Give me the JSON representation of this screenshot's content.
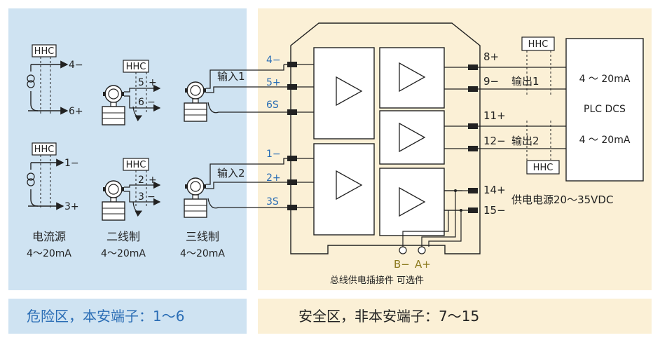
{
  "footer": {
    "hazard_zone": "危险区，本安端子：1～6",
    "safe_zone": "安全区，非本安端子：7～15"
  },
  "sources": [
    {
      "hhc": "HHC",
      "term_top": "4−",
      "term_bottom": "6+"
    },
    {
      "hhc": "HHC",
      "term_top": "1−",
      "term_bottom": "3+"
    }
  ],
  "two_wire": [
    {
      "hhc": "HHC",
      "term_a": "5",
      "term_a_sign": "+",
      "term_b": "6",
      "term_b_sign": "−"
    },
    {
      "hhc": "HHC",
      "term_a": "2",
      "term_a_sign": "+",
      "term_b": "3",
      "term_b_sign": "−"
    }
  ],
  "device_types": [
    {
      "name": "电流源",
      "range": "4～20mA"
    },
    {
      "name": "二线制",
      "range": "4～20mA"
    },
    {
      "name": "三线制",
      "range": "4～20mA"
    }
  ],
  "inputs": [
    {
      "label": "输入1",
      "terminals": [
        "4−",
        "5+",
        "6S"
      ]
    },
    {
      "label": "输入2",
      "terminals": [
        "1−",
        "2+",
        "3S"
      ]
    }
  ],
  "outputs": [
    {
      "label": "输出1",
      "terminals": [
        "8+",
        "9−"
      ]
    },
    {
      "label": "输出2",
      "terminals": [
        "11+",
        "12−"
      ]
    }
  ],
  "power": {
    "terminals": [
      "14+",
      "15−"
    ],
    "label": "供电电源20～35VDC"
  },
  "bus": {
    "b": "B−",
    "a": "A+",
    "label": "总线供电插接件 可选件"
  },
  "plc": {
    "top_range": "4 ～ 20mA",
    "name": "PLC DCS",
    "bottom_range": "4 ～ 20mA"
  },
  "output_hhc": [
    "HHC",
    "HHC"
  ],
  "colors": {
    "hazard_bg": "#cfe3f2",
    "safe_bg": "#fbf0d6",
    "terminal_blue": "#2a6db5",
    "bus_olive": "#8c7a1e",
    "line": "#222222"
  }
}
